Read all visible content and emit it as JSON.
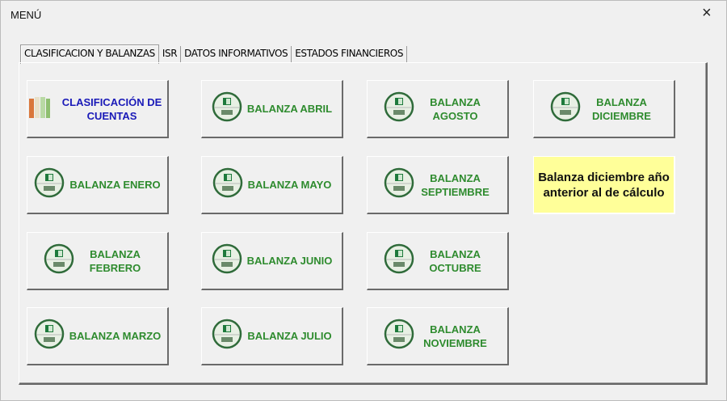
{
  "window": {
    "title": "MENÚ",
    "close_icon": "×"
  },
  "tabs": [
    "CLASIFICACION Y BALANZAS",
    "ISR",
    "DATOS INFORMATIVOS",
    "ESTADOS FINANCIEROS"
  ],
  "buttons": {
    "clasificacion": "CLASIFICACIÓN DE CUENTAS",
    "enero": "BALANZA ENERO",
    "febrero": "BALANZA FEBRERO",
    "marzo": "BALANZA MARZO",
    "abril": "BALANZA ABRIL",
    "mayo": "BALANZA MAYO",
    "junio": "BALANZA JUNIO",
    "julio": "BALANZA JULIO",
    "agosto": "BALANZA AGOSTO",
    "septiembre": "BALANZA SEPTIEMBRE",
    "octubre": "BALANZA OCTUBRE",
    "noviembre": "BALANZA NOVIEMBRE",
    "diciembre": "BALANZA DICIEMBRE",
    "anterior": "Balanza diciembre año anterior al de cálculo"
  }
}
